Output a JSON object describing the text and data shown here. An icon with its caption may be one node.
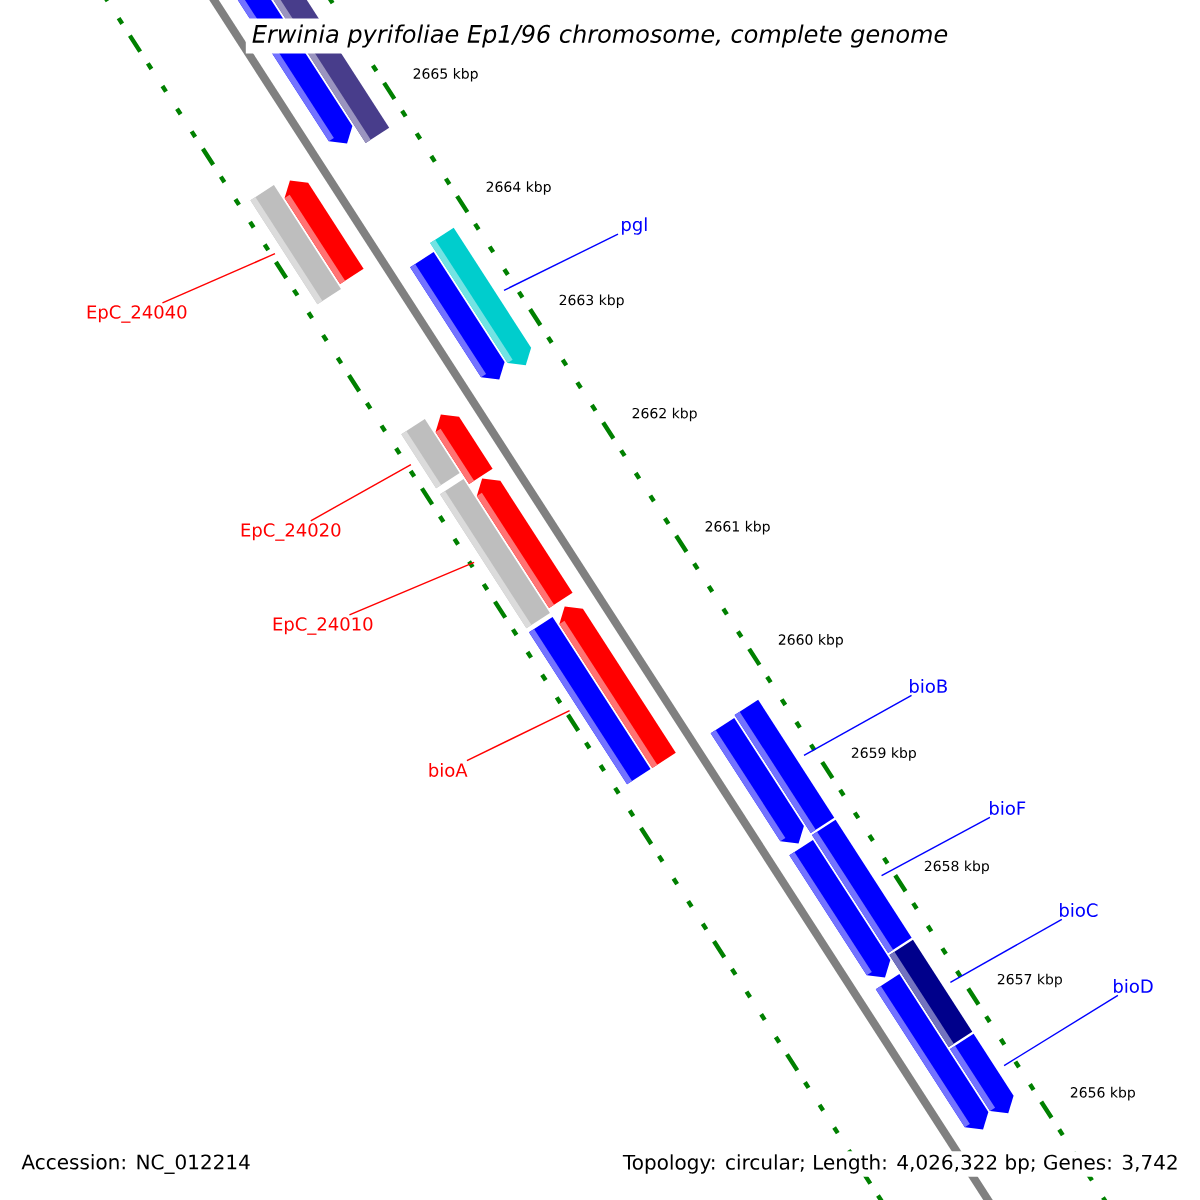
{
  "diagram": {
    "title": "Erwinia pyrifoliae Ep1/96 chromosome, complete genome",
    "nodes": [
      {
        "text": [
          "pgl"
        ]
      },
      {
        "text": [],
        "shape": "bar"
      },
      {
        "text": [
          "EpC_24040"
        ]
      },
      {
        "text": [],
        "shape": "bar"
      },
      {
        "text": [
          "EpC_24020"
        ]
      },
      {
        "text": [],
        "shape": "bar"
      },
      {
        "text": [
          "EpC_24010"
        ]
      },
      {
        "text": [],
        "shape": "bar"
      },
      {
        "text": [
          "bioA"
        ]
      },
      {
        "text": [],
        "shape": "bar"
      },
      {
        "text": [
          "bioB"
        ]
      },
      {
        "text": [],
        "shape": "bar"
      },
      {
        "text": [
          "bioF"
        ]
      },
      {
        "text": [],
        "shape": "bar"
      },
      {
        "text": [
          "bioC"
        ]
      },
      {
        "text": [],
        "shape": "bar"
      },
      {
        "text": [
          "bioD"
        ]
      },
      {
        "text": [],
        "shape": "bar"
      }
    ],
    "edges": [
      {
        "from": 0,
        "to": 1,
        "arrow": "none"
      },
      {
        "from": 2,
        "to": 3,
        "arrow": "none",
        "color": "#ff0000"
      },
      {
        "from": 4,
        "to": 5,
        "arrow": "none",
        "color": "#ff0000"
      },
      {
        "from": 6,
        "to": 7,
        "arrow": "none",
        "color": "#ff0000"
      },
      {
        "from": 8,
        "to": 9,
        "arrow": "none",
        "color": "#ff0000"
      },
      {
        "from": 10,
        "to": 11,
        "arrow": "none"
      },
      {
        "from": 12,
        "to": 13,
        "arrow": "none"
      },
      {
        "from": 14,
        "to": 15,
        "arrow": "none"
      },
      {
        "from": 16,
        "to": 17,
        "arrow": "none"
      }
    ],
    "labels": [
      "2665 kbp",
      "2664 kbp",
      "2663 kbp",
      "2662 kbp",
      "2661 kbp",
      "2660 kbp",
      "2659 kbp",
      "2658 kbp",
      "2657 kbp",
      "2656 kbp",
      "Accession: NC_012214",
      "Topology: circular; Length: 4,026,322 bp; Genes: 3,742"
    ]
  }
}
